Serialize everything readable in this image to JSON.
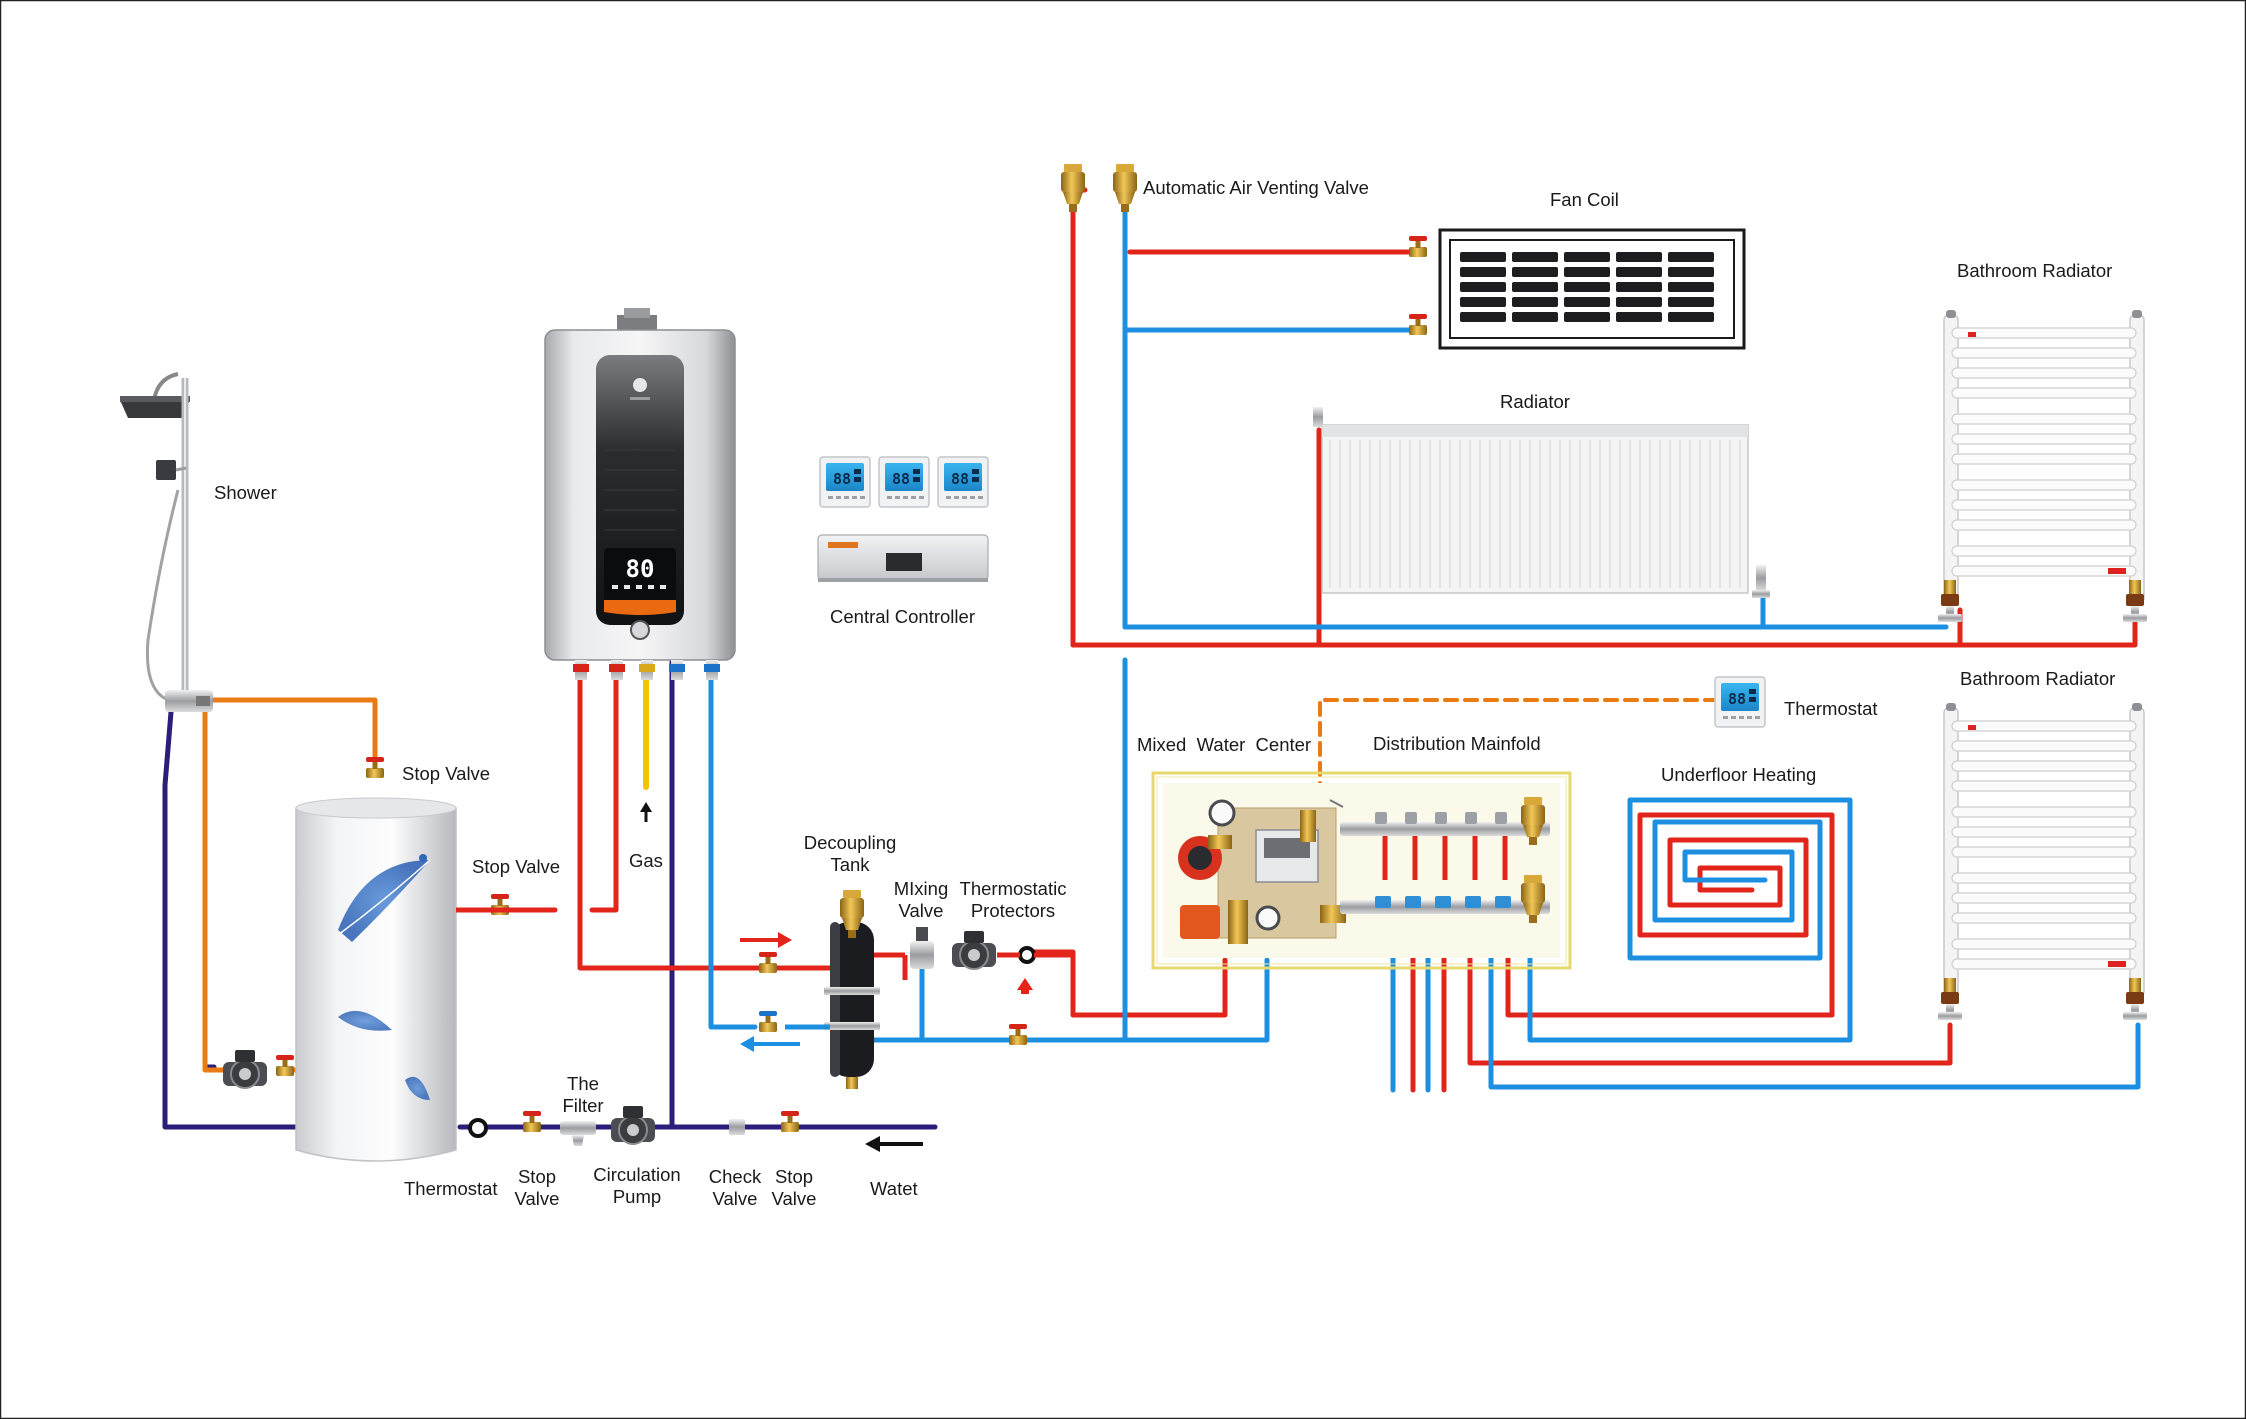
{
  "labels": {
    "shower": "Shower",
    "stop_valve_tank_top": "Stop Valve",
    "stop_valve_tank_mid": "Stop Valve",
    "gas": "Gas",
    "central_controller": "Central Controller",
    "decoupling_tank": [
      "Decoupling",
      "Tank"
    ],
    "mixing_valve": [
      "MIxing",
      "Valve"
    ],
    "thermostatic_protectors": [
      "Thermostatic",
      "Protectors"
    ],
    "automatic_air_venting_valve": "Automatic Air Venting Valve",
    "fan_coil": "Fan Coil",
    "radiator": "Radiator",
    "bathroom_radiator_top": "Bathroom Radiator",
    "bathroom_radiator_bottom": "Bathroom Radiator",
    "thermostat_room": "Thermostat",
    "mixed_water_center": "Mixed  Water  Center",
    "distribution_manifold": "Distribution Mainfold",
    "underfloor_heating": "Underfloor Heating",
    "thermostat_bottom": "Thermostat",
    "stop_valve_bottom": [
      "Stop",
      "Valve"
    ],
    "the_filter": [
      "The",
      "Filter"
    ],
    "circulation_pump": [
      "Circulation",
      "Pump"
    ],
    "check_valve": [
      "Check",
      "Valve"
    ],
    "stop_valve_bottom2": [
      "Stop",
      "Valve"
    ],
    "water_inlet": "Watet"
  },
  "display_readouts": {
    "boiler_display": "80",
    "thermostat_display": "88"
  },
  "colors": {
    "hot_pipe": "#e1251b",
    "return_pipe": "#1d8fe0",
    "cold_water_pipe": "#2b1d7a",
    "dhw_pipe": "#ea7a12",
    "gas_pipe": "#f5c400",
    "signal_line": "#ea7a12",
    "valve_brass": "#b8862b"
  },
  "icons": [
    "shower-icon",
    "boiler-icon",
    "thermostat-icon",
    "controller-icon",
    "tank-icon",
    "pump-icon",
    "valve-icon",
    "air-vent-icon",
    "fan-coil-icon",
    "radiator-icon",
    "towel-radiator-icon",
    "manifold-icon",
    "floor-loop-icon",
    "arrow-icon"
  ]
}
